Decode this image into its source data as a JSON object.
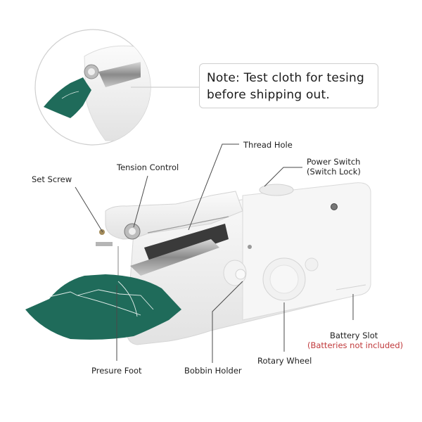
{
  "note": {
    "line1": "Note: Test cloth for tesing",
    "line2": "before shipping out."
  },
  "labels": {
    "set_screw": "Set Screw",
    "tension_control": "Tension Control",
    "thread_hole": "Thread Hole",
    "power_switch": "Power Switch",
    "power_switch_sub": "(Switch Lock)",
    "battery_slot": "Battery Slot",
    "battery_note": "(Batteries not included)",
    "rotary_wheel": "Rotary Wheel",
    "bobbin_holder": "Bobbin Holder",
    "presure_foot": "Presure Foot"
  },
  "colors": {
    "fabric": "#1f6b5a",
    "battery_note": "#c0393b",
    "leader_line": "#4a4a4a",
    "body": "#f4f4f4"
  }
}
